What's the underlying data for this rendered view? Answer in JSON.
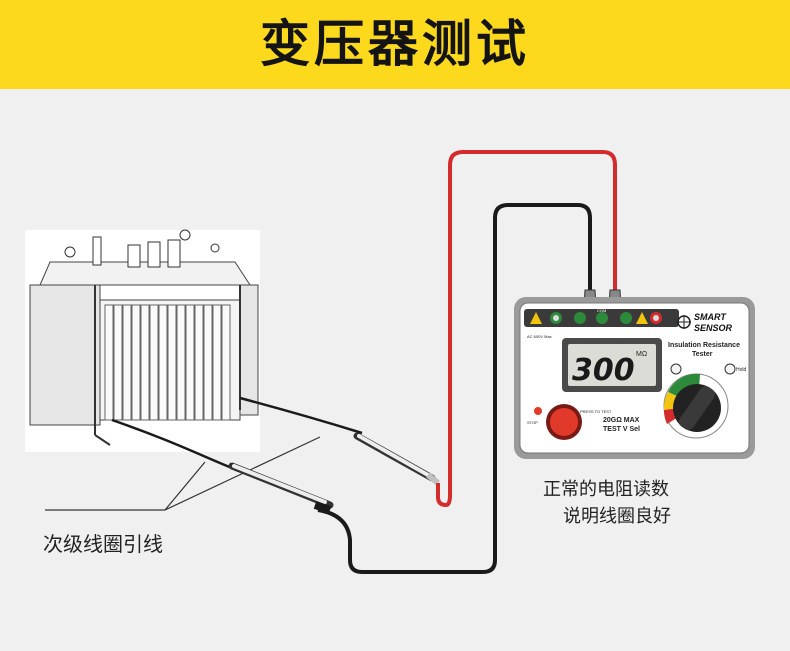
{
  "banner": {
    "title": "变压器测试",
    "color": "#fcd91c"
  },
  "captions": {
    "secondary_leads": "次级线圈引线",
    "reading_line1": "正常的电阻读数",
    "reading_line2": "说明线圈良好"
  },
  "meter": {
    "brand_line1": "SMART",
    "brand_line2": "SENSOR",
    "model_line1": "Insulation Resistance",
    "model_line2": "Tester",
    "display_value": "300",
    "display_unit": "MΩ",
    "range_text_line1": "20GΩ MAX",
    "range_text_line2": "TEST V Sel",
    "test_button_label": "PRESS TO TEST",
    "stop_label": "STOP",
    "hold_label": "Hold",
    "left_socket_label": "AC 600V Max",
    "com_label": "COM"
  },
  "colors": {
    "red_lead": "#d42c2c",
    "black_lead": "#1a1a1a",
    "meter_body": "#ffffff",
    "test_button": "#e23a2a"
  }
}
